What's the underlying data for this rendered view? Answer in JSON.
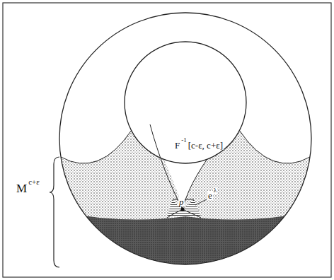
{
  "diagram": {
    "labels": [
      "M",
      "c+ε",
      "F",
      "-1",
      "[c-ε, c+ε]",
      "p",
      "e",
      "λ"
    ]
  }
}
